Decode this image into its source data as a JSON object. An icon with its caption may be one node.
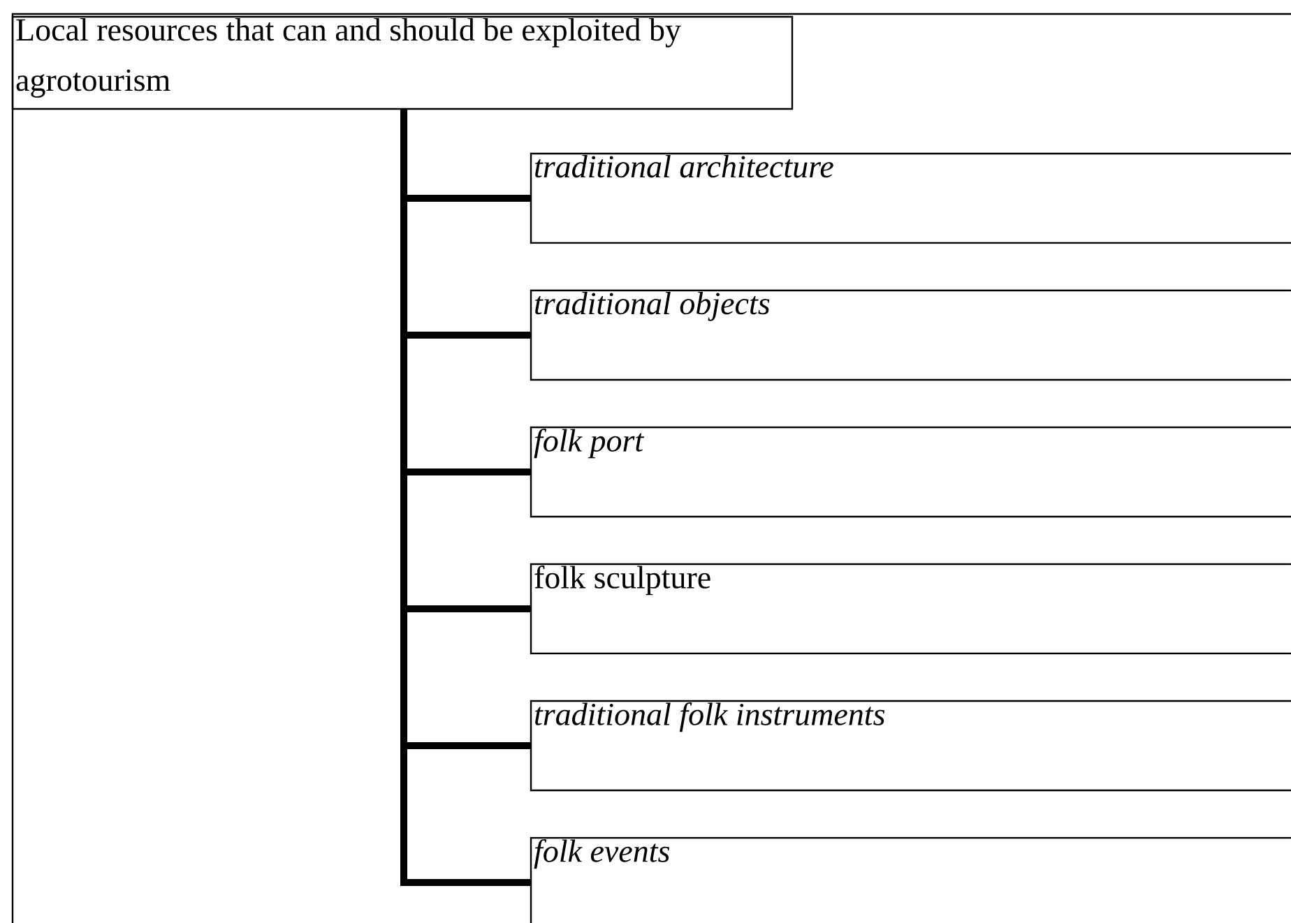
{
  "diagram": {
    "nodes": [
      {
        "text": [],
        "shape": "box"
      },
      {
        "text": [
          "Local resources that can and should be exploited by agrotourism"
        ],
        "in": 0
      },
      {
        "text": [
          "traditional architecture"
        ],
        "in": 0
      },
      {
        "text": [
          "traditional objects"
        ],
        "in": 0
      },
      {
        "text": [
          "folk port"
        ],
        "in": 0
      },
      {
        "text": [
          "folk sculpture"
        ],
        "in": 0
      },
      {
        "text": [
          "traditional folk instruments"
        ],
        "in": 0
      },
      {
        "text": [
          "folk events"
        ],
        "in": 0
      }
    ],
    "edges": [
      {
        "from": 1,
        "to": 2,
        "arrow": "none"
      },
      {
        "from": 1,
        "to": 3,
        "arrow": "none"
      },
      {
        "from": 1,
        "to": 4,
        "arrow": "none"
      },
      {
        "from": 1,
        "to": 5,
        "arrow": "none"
      },
      {
        "from": 1,
        "to": 6,
        "arrow": "none"
      },
      {
        "from": 1,
        "to": 7,
        "arrow": "none"
      }
    ]
  }
}
